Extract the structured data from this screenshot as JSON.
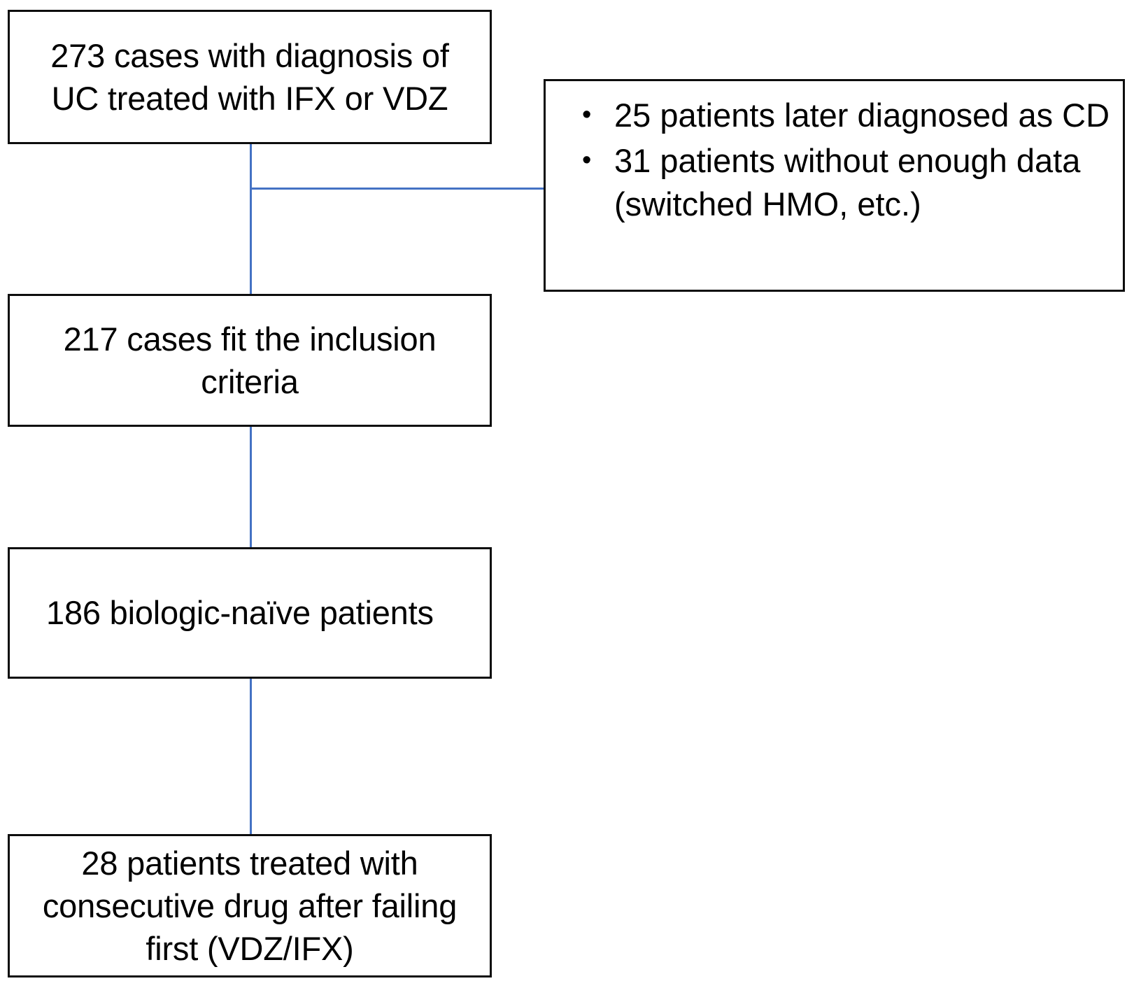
{
  "diagram": {
    "type": "patient-flow-diagram",
    "line_color": "#4472c4",
    "box_border_color": "#0d0d0d",
    "nodes": [
      {
        "id": "cases-screened",
        "text": "273 cases with diagnosis of\nUC treated with IFX or VDZ",
        "count": 273
      },
      {
        "id": "cases-included",
        "text": "217 cases fit the inclusion\ncriteria",
        "count": 217
      },
      {
        "id": "biologic-naive",
        "text": "186 biologic-naïve patients",
        "count": 186
      },
      {
        "id": "consecutive-drug",
        "text": "28 patients treated with\nconsecutive drug after failing\nfirst (VDZ/IFX)",
        "count": 28
      }
    ],
    "exclusions": {
      "bullet_glyph": "•",
      "items": [
        {
          "text": "25 patients later diagnosed as CD",
          "count": 25
        },
        {
          "text": "31 patients without enough data (switched HMO, etc.)",
          "count": 31
        }
      ]
    }
  }
}
